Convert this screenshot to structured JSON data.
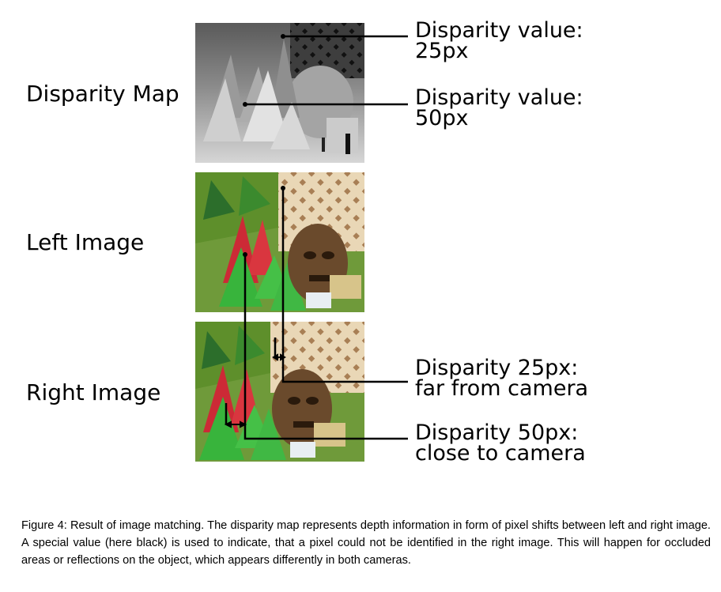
{
  "rows": {
    "disparity_map": "Disparity Map",
    "left_image": "Left Image",
    "right_image": "Right Image"
  },
  "annotations": {
    "disparity_value_25": {
      "line1": "Disparity value:",
      "line2": "25px"
    },
    "disparity_value_50": {
      "line1": "Disparity value:",
      "line2": "50px"
    },
    "disparity_25_far": {
      "line1": "Disparity 25px:",
      "line2": "far from camera"
    },
    "disparity_50_close": {
      "line1": "Disparity 50px:",
      "line2": "close to camera"
    }
  },
  "caption": "Figure 4: Result of image matching. The disparity map represents depth information in form of pixel shifts between left and right image. A special value (here black) is used to indicate, that a pixel could not be identified in the right image. This will happen for occluded areas or reflections on the object, which appears differently in both cameras."
}
